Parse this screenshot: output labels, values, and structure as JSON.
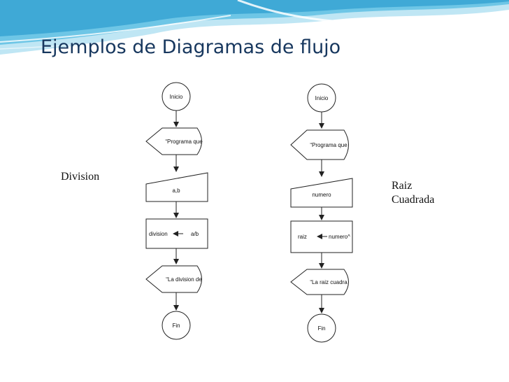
{
  "title": "Ejemplos de Diagramas de flujo",
  "theme": {
    "title_color": "#17375E",
    "accent_blue": "#6EC6E6",
    "light_blue": "#BFE6F4"
  },
  "left_diagram": {
    "caption": "Division",
    "start": "Inicio",
    "output1": "“Programa que",
    "input": "a,b",
    "process_left": "division",
    "process_right": "a/b",
    "output2": "“La division de",
    "end": "Fin"
  },
  "right_diagram": {
    "caption_lines": [
      "Raiz",
      "Cuadrada"
    ],
    "start": "Inicio",
    "output1": "“Programa que",
    "input": "numero",
    "process_left": "raiz",
    "process_right": "numero^",
    "output2": "“La raiz cuadra",
    "end": "Fin"
  }
}
